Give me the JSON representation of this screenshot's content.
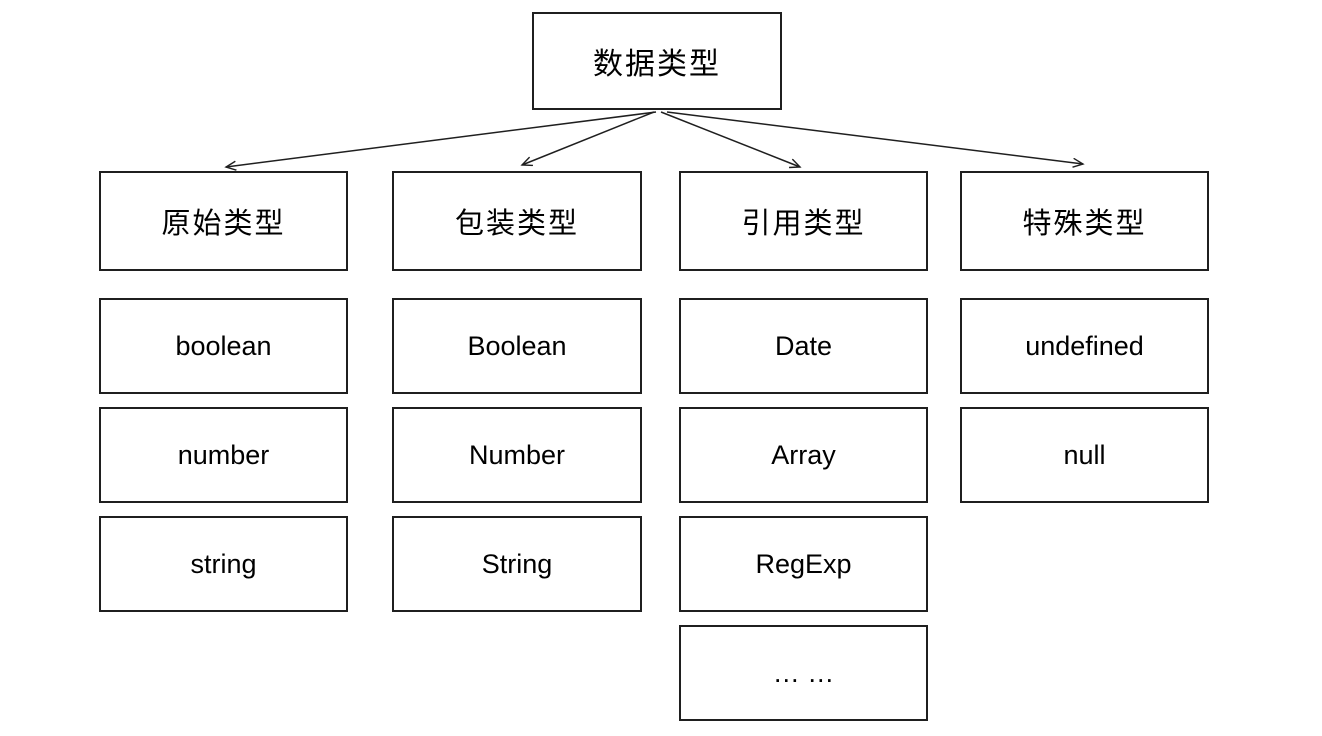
{
  "diagram": {
    "title": "JavaScript data types tree",
    "root": {
      "label": "数据类型"
    },
    "columns": [
      {
        "header": "原始类型",
        "children": [
          "boolean",
          "number",
          "string"
        ]
      },
      {
        "header": "包装类型",
        "children": [
          "Boolean",
          "Number",
          "String"
        ]
      },
      {
        "header": "引用类型",
        "children": [
          "Date",
          "Array",
          "RegExp",
          "… …"
        ]
      },
      {
        "header": "特殊类型",
        "children": [
          "undefined",
          "null"
        ]
      }
    ],
    "colors": {
      "border": "#1f1f1f",
      "background": "#ffffff",
      "text": "#000000",
      "arrow": "#1f1f1f"
    }
  }
}
